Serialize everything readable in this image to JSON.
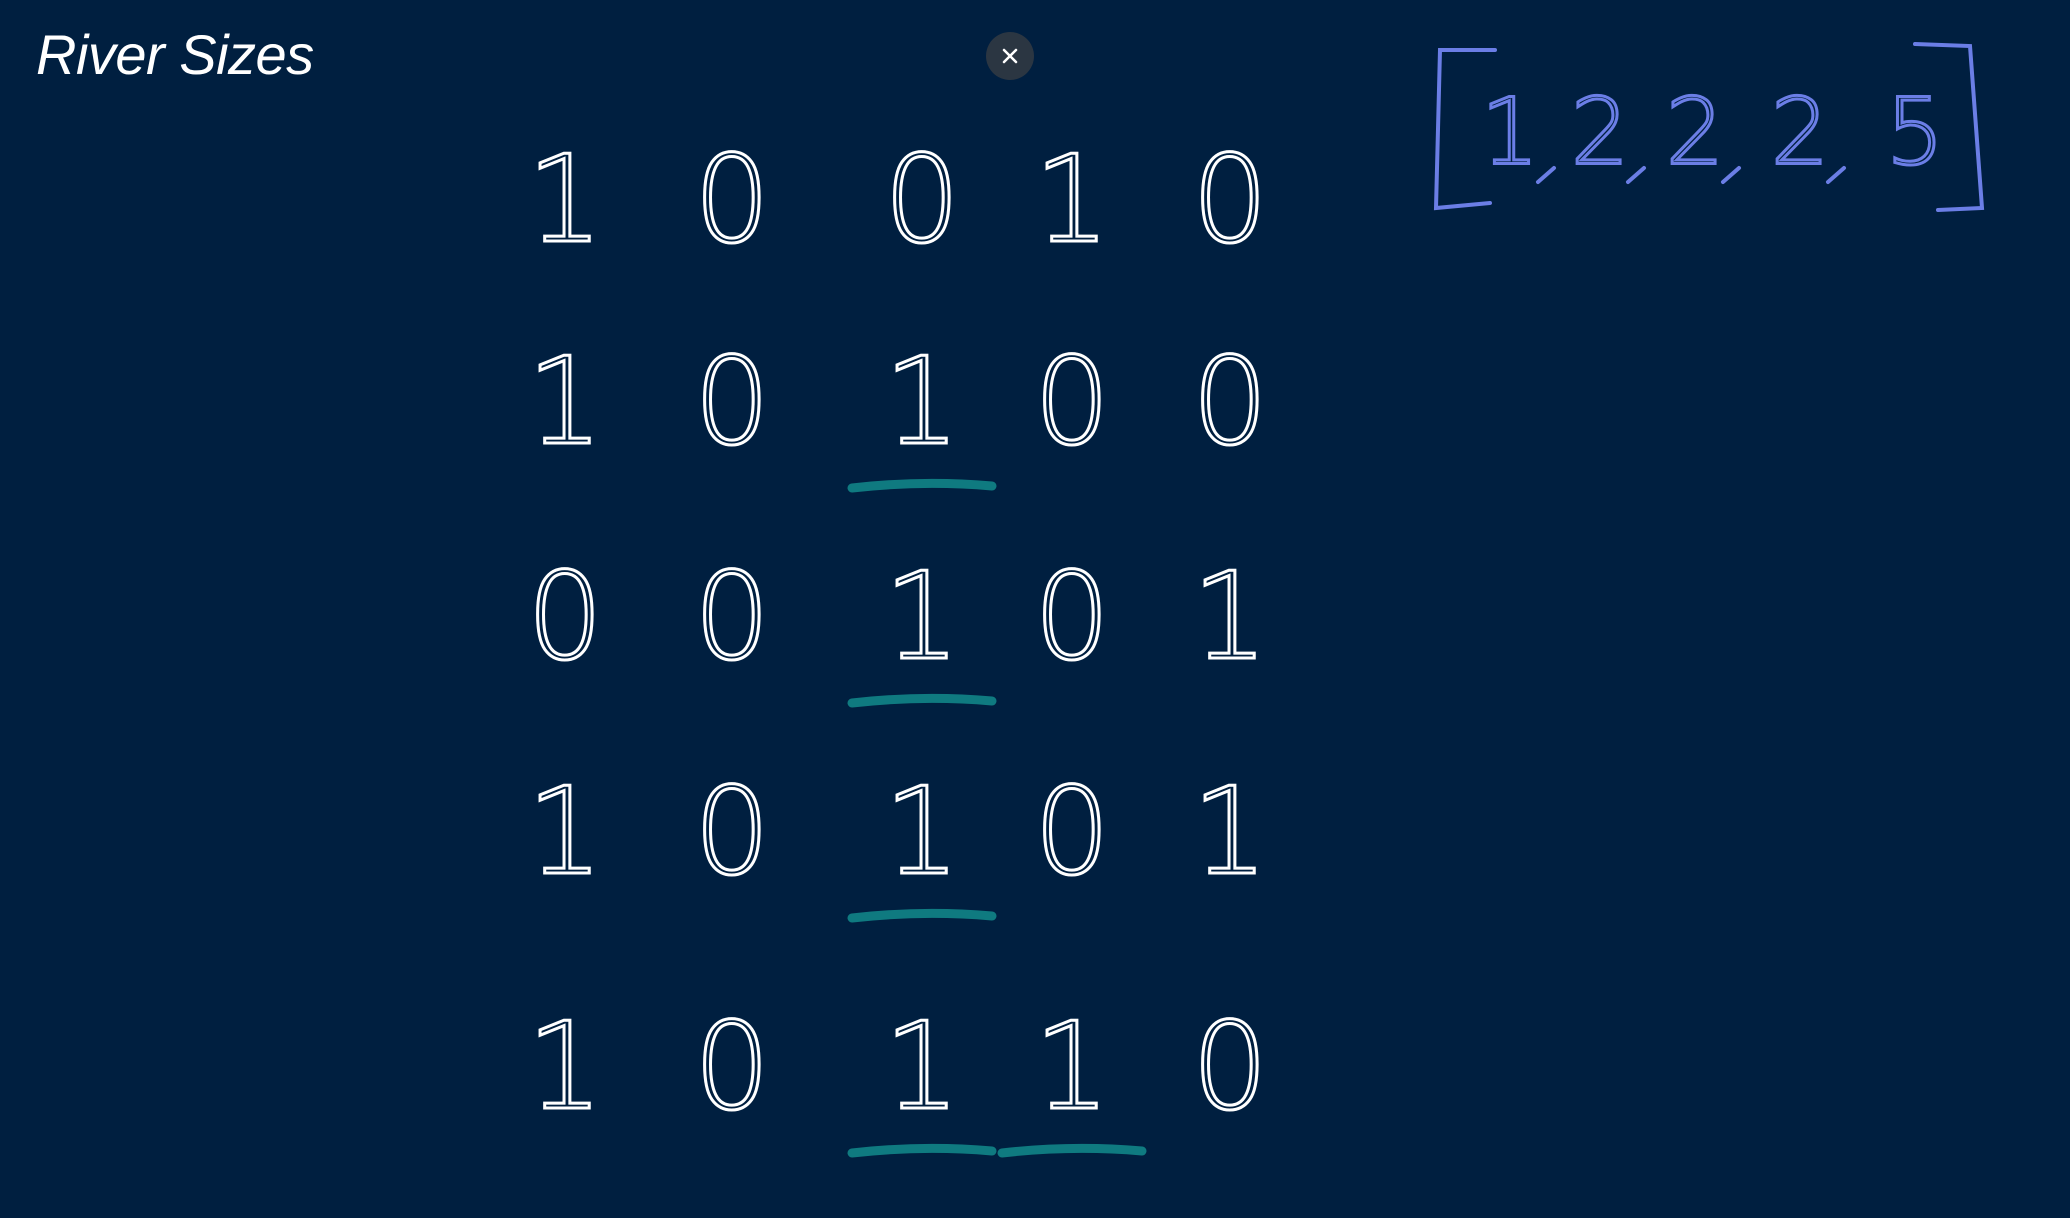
{
  "title": "River Sizes",
  "close_icon": "close-icon",
  "matrix": [
    [
      "1",
      "0",
      "0",
      "1",
      "0"
    ],
    [
      "1",
      "0",
      "1",
      "0",
      "0"
    ],
    [
      "0",
      "0",
      "1",
      "0",
      "1"
    ],
    [
      "1",
      "0",
      "1",
      "0",
      "1"
    ],
    [
      "1",
      "0",
      "1",
      "1",
      "0"
    ]
  ],
  "underlined_cells": [
    [
      1,
      2
    ],
    [
      2,
      2
    ],
    [
      3,
      2
    ],
    [
      4,
      2
    ],
    [
      4,
      3
    ]
  ],
  "result": [
    "1",
    "2",
    "2",
    "2",
    "5"
  ],
  "colors": {
    "background": "#001f40",
    "ink": "#ffffff",
    "highlight": "#0f7a80",
    "result_ink": "#6b7ee6"
  }
}
